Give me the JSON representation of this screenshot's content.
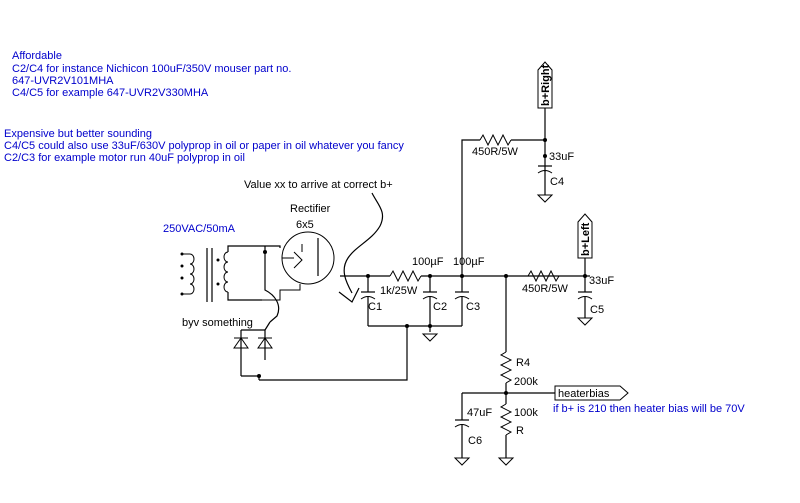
{
  "notes": {
    "affordable": [
      "Affordable",
      "C2/C4 for instance Nichicon 100uF/350V mouser part no.",
      "647-UVR2V101MHA",
      "C4/C5 for example 647-UVR2V330MHA"
    ],
    "expensive": [
      "Expensive but better sounding",
      "C4/C5 could also use 33uF/630V polyprop in oil or paper in oil whatever you fancy",
      "C2/C3 for example motor run 40uF polyprop in oil"
    ],
    "value_note": "Value xx to arrive at correct b+",
    "heater_note": "if b+ is 210 then heater bias will be 70V"
  },
  "labels": {
    "transformer": "250VAC/50mA",
    "rectifier": "Rectifier",
    "tube": "6x5",
    "diodes": "byv something",
    "r_input": "1k/25W",
    "c1": "C1",
    "c2": "C2",
    "c2_value": "100µF",
    "c3": "C3",
    "c3_value": "100µF",
    "r_right": "450R/5W",
    "c4": "C4",
    "c4_value": "33uF",
    "r_left": "450R/5W",
    "c5": "C5",
    "c5_value": "33uF",
    "r4": "R4",
    "r4_value": "200k",
    "r_low": "R",
    "r_low_value": "100k",
    "c6": "C6",
    "c6_value": "47uF",
    "b_right": "b+Right",
    "b_left": "b+Left",
    "heaterbias": "heaterbias"
  }
}
